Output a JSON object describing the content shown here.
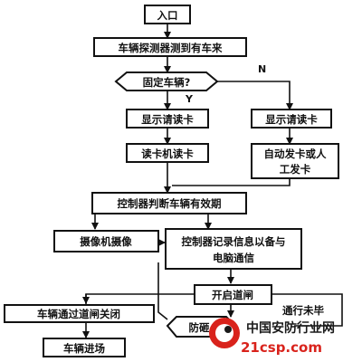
{
  "nodes": {
    "entry": "入口",
    "detect": "车辆探测器测到有车来",
    "fixed": "固定车辆?",
    "show_left": "显示请读卡",
    "show_right": "显示请读卡",
    "read": "读卡机读卡",
    "auto1": "自动发卡或人",
    "auto2": "工发卡",
    "judge": "控制器判断车辆有效期",
    "camera": "摄像机摄像",
    "record1": "控制器记录信息以备与",
    "record2": "电脑通信",
    "open": "开启道闸",
    "close": "车辆通过道闸关闭",
    "enter": "车辆进场",
    "anti": "防砸"
  },
  "edges": {
    "yes": "Y",
    "no": "N",
    "not_passed": "通行未毕"
  },
  "watermark": {
    "line1": "中国安防行业网",
    "line2": "21csp.com"
  },
  "colors": {
    "stroke": "#111111",
    "background": "#ffffff",
    "watermark_red": "#d9231c",
    "watermark_dark": "#1a1a1a"
  }
}
